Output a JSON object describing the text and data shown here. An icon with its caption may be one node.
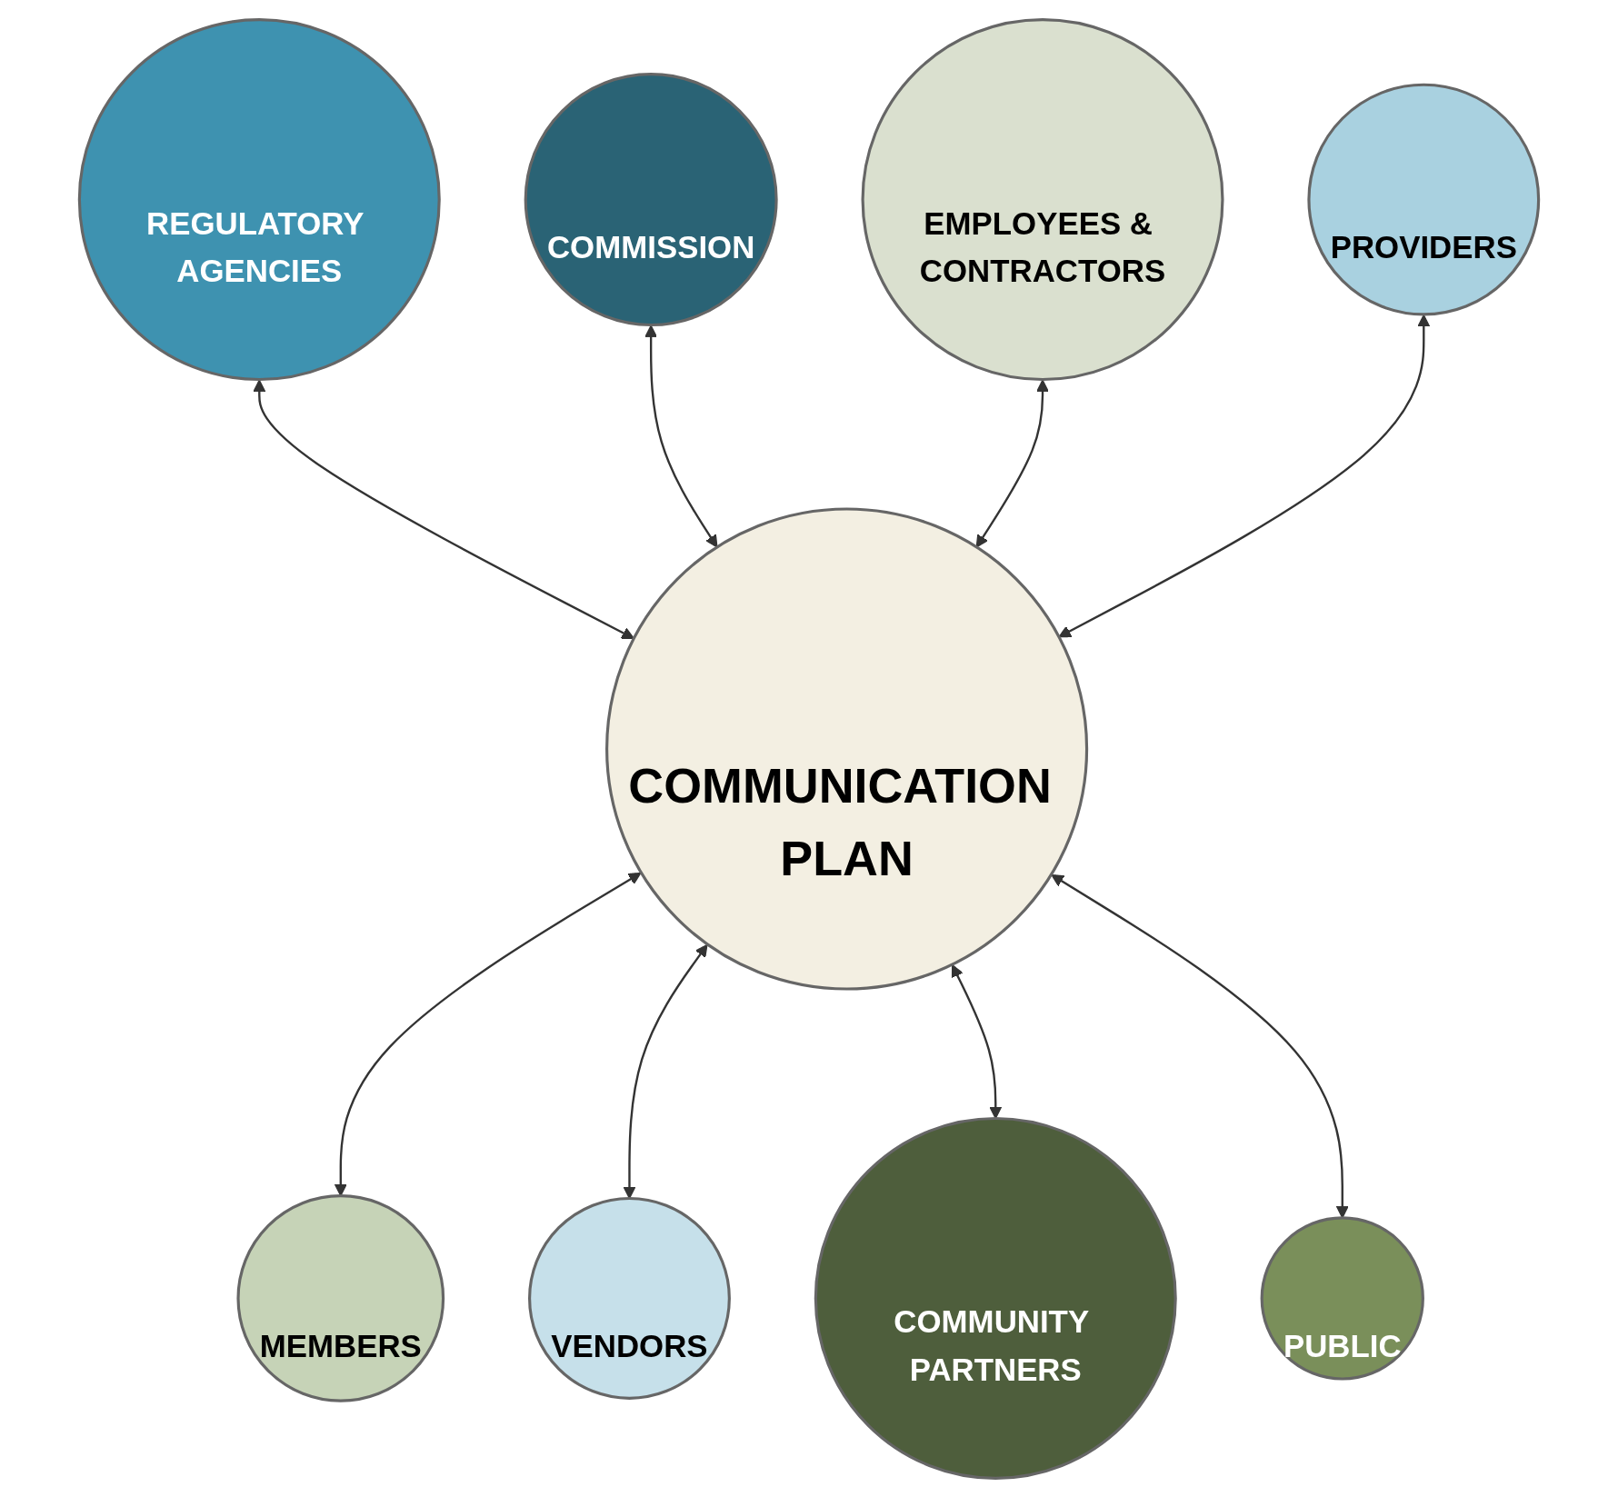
{
  "diagram": {
    "nodes": [
      {
        "text": [
          "COMMUNICATION PLAN"
        ]
      },
      {
        "text": [
          "COMMISSION"
        ]
      },
      {
        "text": [
          "REGULATORY AGENCIES"
        ]
      },
      {
        "text": [
          "EMPLOYEES & CONTRACTORS"
        ]
      },
      {
        "text": [
          "PROVIDERS"
        ]
      },
      {
        "text": [
          "MEMBERS"
        ]
      },
      {
        "text": [
          "VENDORS"
        ]
      },
      {
        "text": [
          "PUBLIC"
        ]
      },
      {
        "text": [
          "COMMUNITY PARTNERS"
        ]
      }
    ],
    "edges": [
      {
        "from": 2,
        "to": 0,
        "arrow": "both"
      },
      {
        "from": 1,
        "to": 0,
        "arrow": "both"
      },
      {
        "from": 3,
        "to": 0,
        "arrow": "both"
      },
      {
        "from": 4,
        "to": 0,
        "arrow": "both"
      },
      {
        "from": 0,
        "to": 5,
        "arrow": "both"
      },
      {
        "from": 0,
        "to": 6,
        "arrow": "both"
      },
      {
        "from": 0,
        "to": 8,
        "arrow": "both"
      },
      {
        "from": 0,
        "to": 7,
        "arrow": "both"
      }
    ]
  }
}
